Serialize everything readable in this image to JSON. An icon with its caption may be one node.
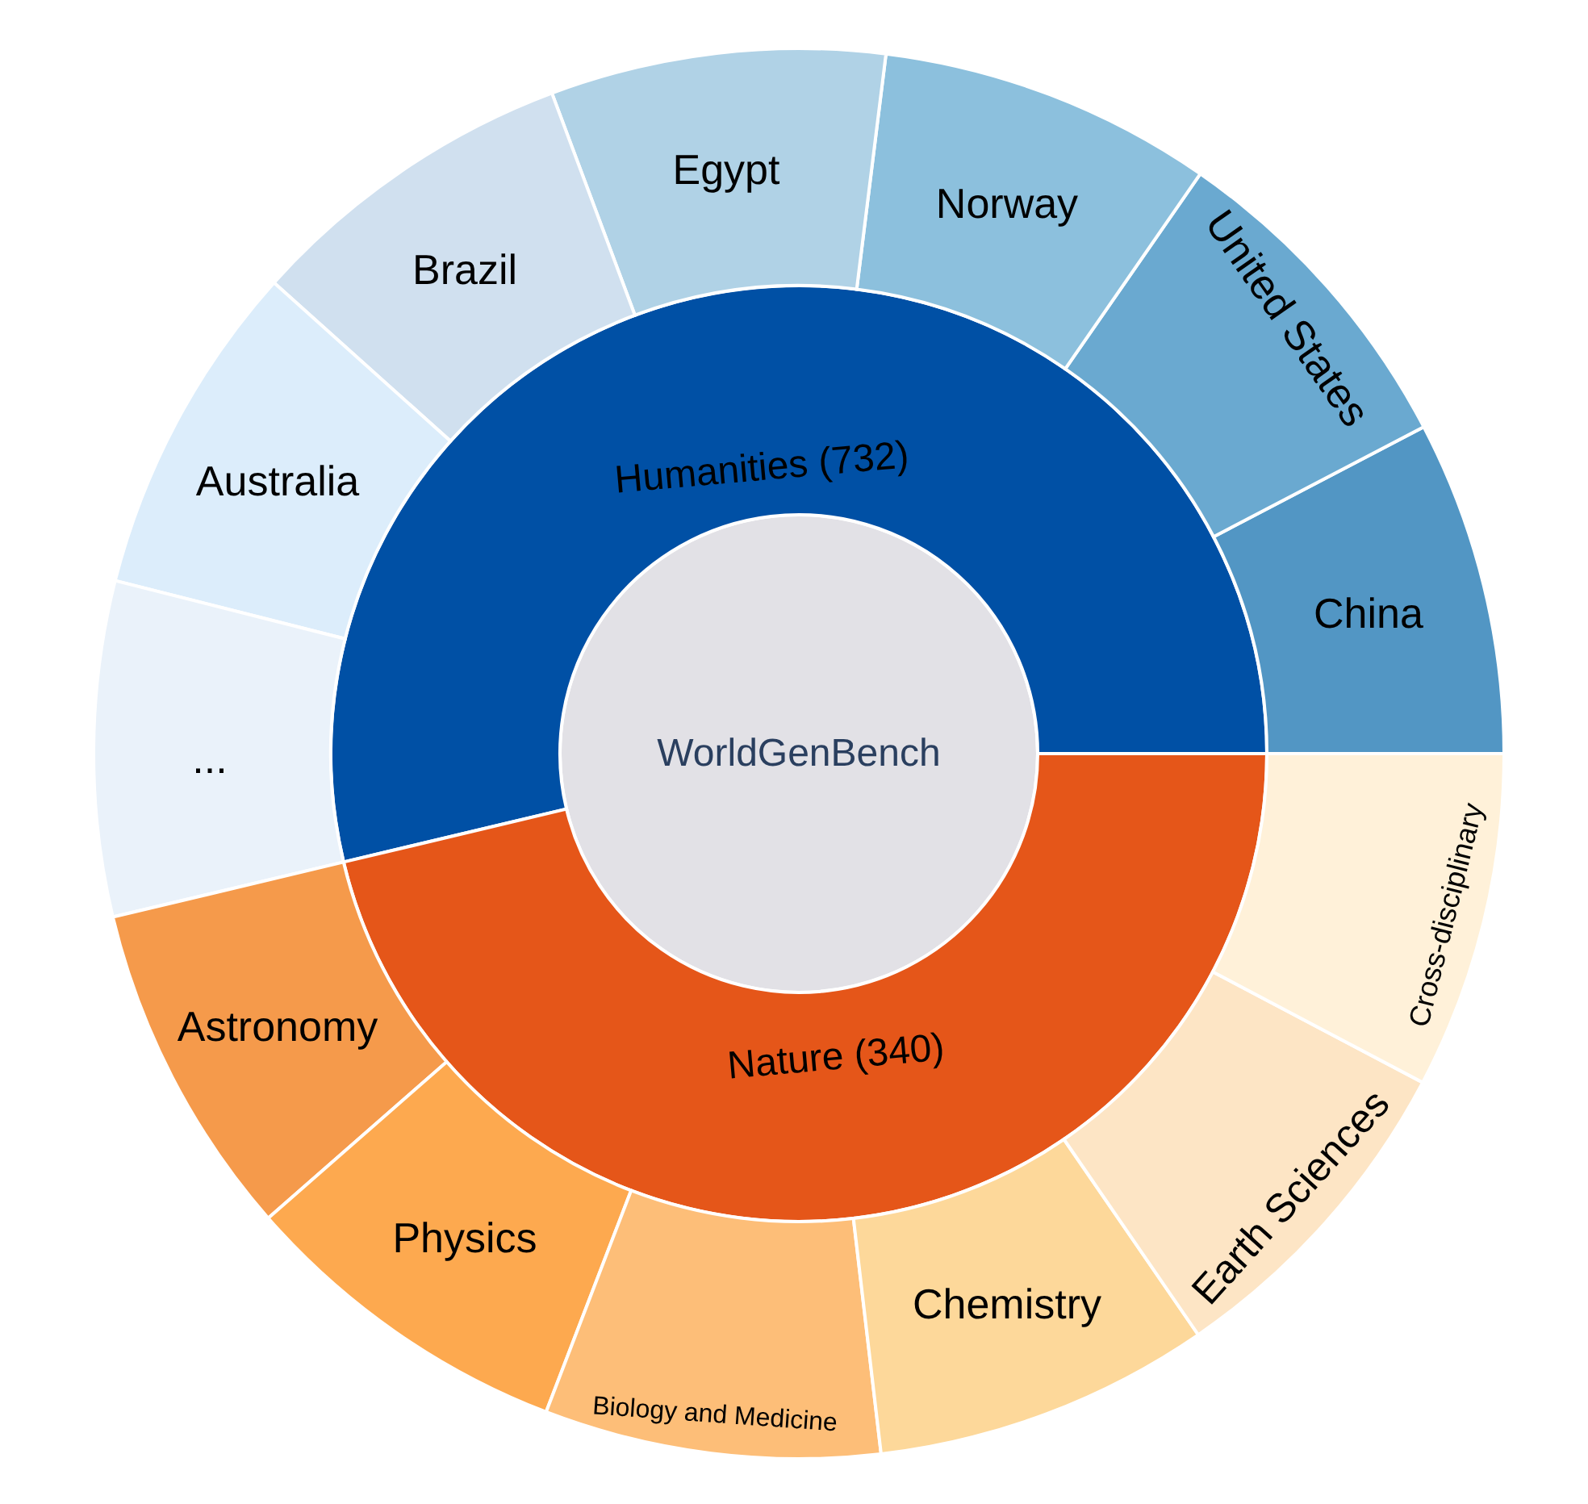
{
  "diagram": {
    "nodes": [
      {
        "text": [
          "WorldGenBench"
        ]
      },
      {
        "text": [
          "Humanities (732)"
        ]
      },
      {
        "text": [
          "Nature (340)"
        ]
      },
      {
        "text": [
          "China"
        ]
      },
      {
        "text": [
          "United States"
        ]
      },
      {
        "text": [
          "Norway"
        ]
      },
      {
        "text": [
          "Egypt"
        ]
      },
      {
        "text": [
          "Brazil"
        ]
      },
      {
        "text": [
          "Australia"
        ]
      },
      {
        "text": [
          "..."
        ]
      },
      {
        "text": [
          "Astronomy"
        ]
      },
      {
        "text": [
          "Physics"
        ]
      },
      {
        "text": [
          "Biology and Medicine"
        ]
      },
      {
        "text": [
          "Chemistry"
        ]
      },
      {
        "text": [
          "Earth Sciences"
        ]
      },
      {
        "text": [
          "Cross-disciplinary"
        ]
      }
    ]
  }
}
